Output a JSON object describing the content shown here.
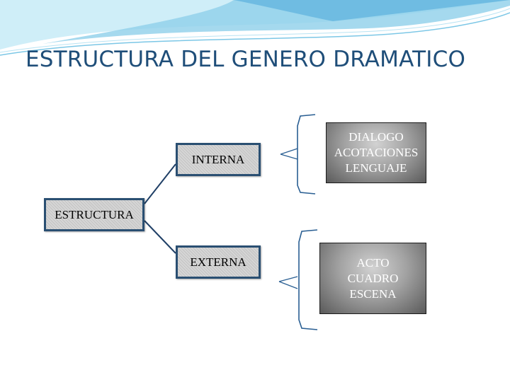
{
  "slide": {
    "title": "ESTRUCTURA DEL GENERO DRAMATICO"
  },
  "diagram": {
    "root": "ESTRUCTURA",
    "branches": [
      {
        "label": "INTERNA",
        "items": [
          "DIALOGO",
          "ACOTACIONES",
          "LENGUAJE"
        ]
      },
      {
        "label": "EXTERNA",
        "items": [
          "ACTO",
          "CUADRO",
          "ESCENA"
        ]
      }
    ]
  },
  "colors": {
    "title": "#1f4e79",
    "box_border": "#2a4f72",
    "connector": "#1f3f66",
    "bracket": "#2a5f93",
    "wave_light": "#a9dcef",
    "wave_dark": "#4aa8d8"
  }
}
